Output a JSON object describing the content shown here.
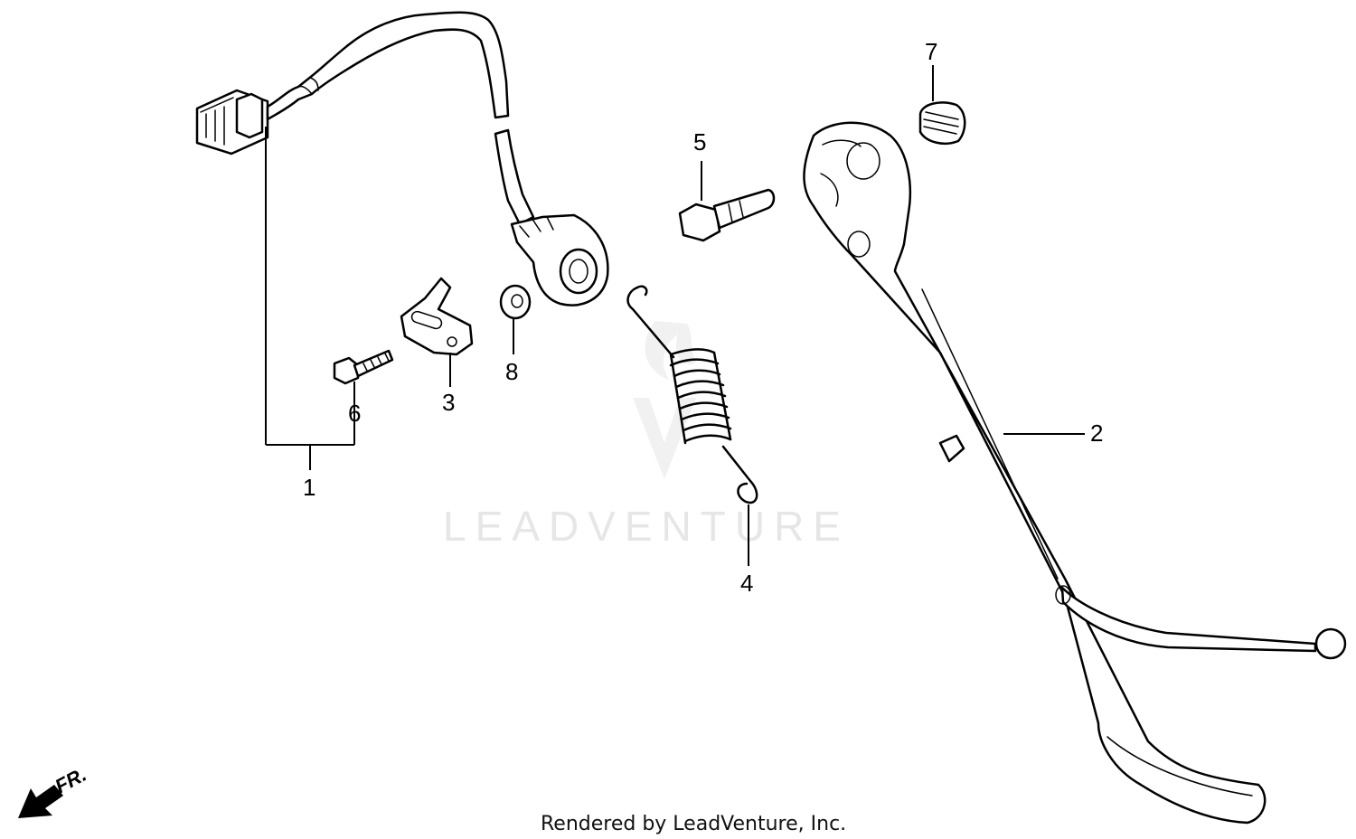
{
  "callouts": {
    "c1": "1",
    "c2": "2",
    "c3": "3",
    "c4": "4",
    "c5": "5",
    "c6": "6",
    "c7": "7",
    "c8": "8"
  },
  "watermark": "LEADVENTURE",
  "direction_label": "FR.",
  "footer": "Rendered by LeadVenture, Inc.",
  "icons": [
    "direction-arrow-icon",
    "leadventure-logo-icon"
  ]
}
